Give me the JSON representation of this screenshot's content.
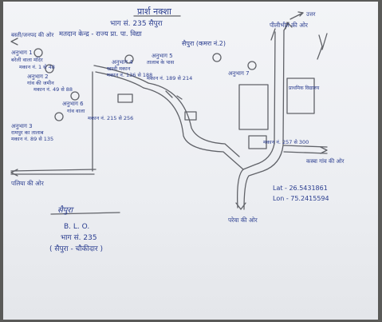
{
  "header": {
    "title": "प्रार्श नक्शा",
    "line1": "भाग सं. 235 सैपुरा",
    "line2": "मतदान केन्द्र - राज्य प्रा. पा. विद्या",
    "line3": "सैपुरा (कमरा नं.2)"
  },
  "labels": {
    "north_arrow": "उत्तर",
    "towards_top_right": "पीलीभीत की ओर",
    "towards_left_top": "बस्ती/जनपद की ओर",
    "towards_left_bottom": "पलिया की ओर",
    "towards_bottom": "परेवा की ओर",
    "towards_right_bottom": "कस्बा गांव की ओर"
  },
  "sections": [
    {
      "id": "1",
      "text": "अनुभाग 1",
      "sub": "बरेली वाला मंदिर",
      "sub2": "मकान नं. 1 से 48"
    },
    {
      "id": "2",
      "text": "अनुभाग 2",
      "sub": "गांव की जमीन",
      "sub2": "मकान नं. 49 से 88"
    },
    {
      "id": "3",
      "text": "अनुभाग 3",
      "sub": "रामपुर का तालाब",
      "sub2": "मकान नं. 89 से 135"
    },
    {
      "id": "4",
      "text": "अनुभाग 4",
      "sub": "खाली मकान",
      "sub2": "मकान नं. 136 से 188"
    },
    {
      "id": "5",
      "text": "अनुभाग 5",
      "sub": "तालाब के पास",
      "sub2": "मकान नं. 189 से 214"
    },
    {
      "id": "6",
      "text": "अनुभाग 6",
      "sub": "गांव वाला",
      "sub2": "मकान नं. 215 से 256"
    },
    {
      "id": "7",
      "text": "अनुभाग 7",
      "sub": "प्राथमिक विद्यालय",
      "sub2": "मकान नं. 257 से 300"
    }
  ],
  "coords": {
    "lat": "Lat - 26.5431861",
    "lon": "Lon - 75.2415594"
  },
  "signature": {
    "name": "सैपुरा",
    "title": "B. L. O.",
    "booth": "भाग सं. 235",
    "place": "( सैपुरा - चौकीदार )"
  }
}
